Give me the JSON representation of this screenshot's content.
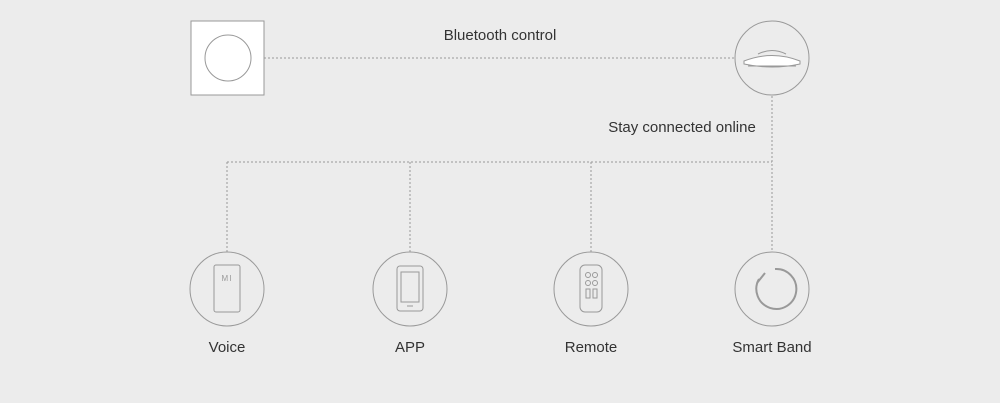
{
  "links": {
    "bluetooth": "Bluetooth control",
    "online": "Stay connected online"
  },
  "devices": {
    "switch": "wall-switch-icon",
    "ceiling_light": "ceiling-light-icon",
    "voice": {
      "label": "Voice",
      "icon": "phone-mi-icon",
      "brand": "MI"
    },
    "app": {
      "label": "APP",
      "icon": "smartphone-icon"
    },
    "remote": {
      "label": "Remote",
      "icon": "remote-control-icon"
    },
    "band": {
      "label": "Smart Band",
      "icon": "smart-band-icon"
    }
  },
  "colors": {
    "background": "#ececec",
    "stroke": "#999999",
    "text": "#333333"
  }
}
